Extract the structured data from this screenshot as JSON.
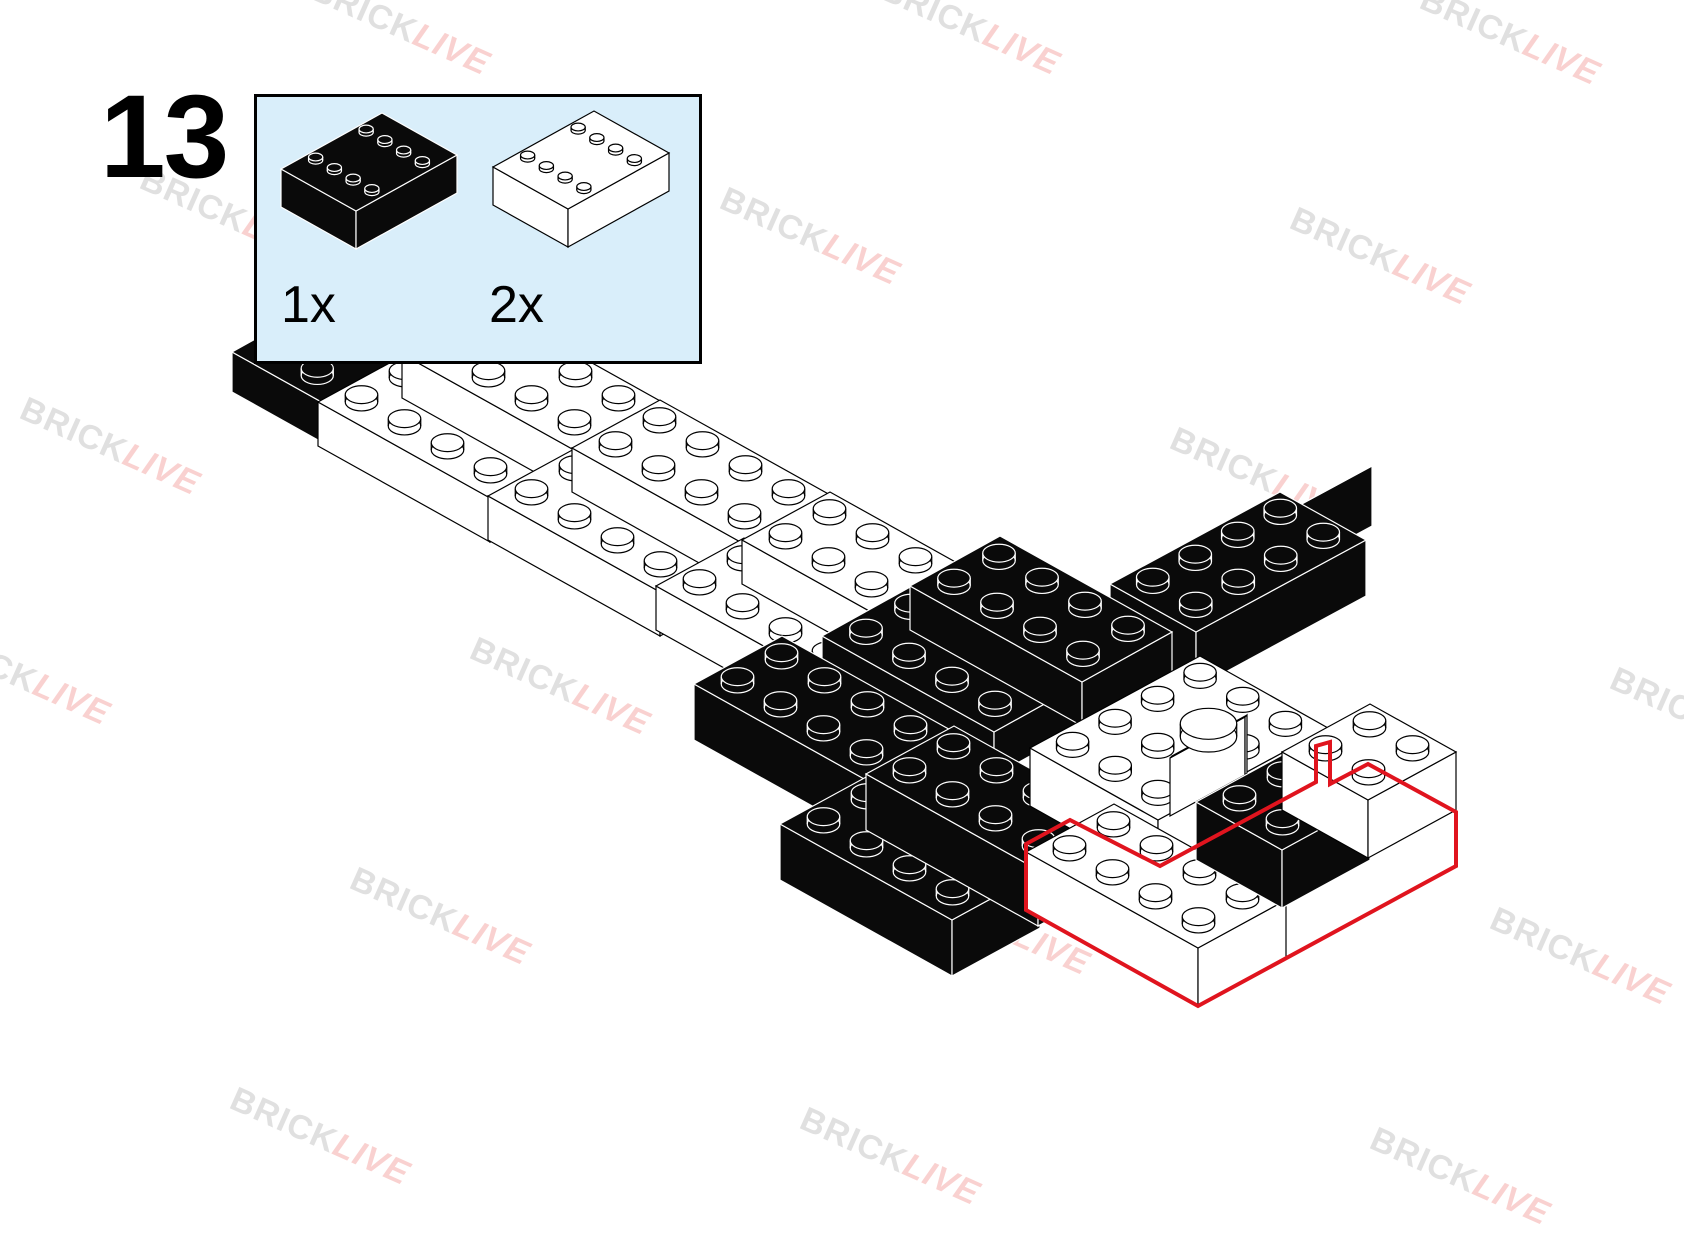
{
  "step": {
    "number": "13"
  },
  "parts": [
    {
      "name": "brick-2x4-black",
      "color": "#0a0a0a",
      "quantity": "1x"
    },
    {
      "name": "brick-2x4-white",
      "color": "#ffffff",
      "quantity": "2x"
    }
  ],
  "colors": {
    "parts_box_background": "#d9eefa",
    "highlight_outline": "#e0141e",
    "brick_black": "#0a0a0a",
    "brick_white": "#ffffff"
  },
  "watermark": {
    "part1": "BRICK",
    "part2": "LIVE"
  }
}
